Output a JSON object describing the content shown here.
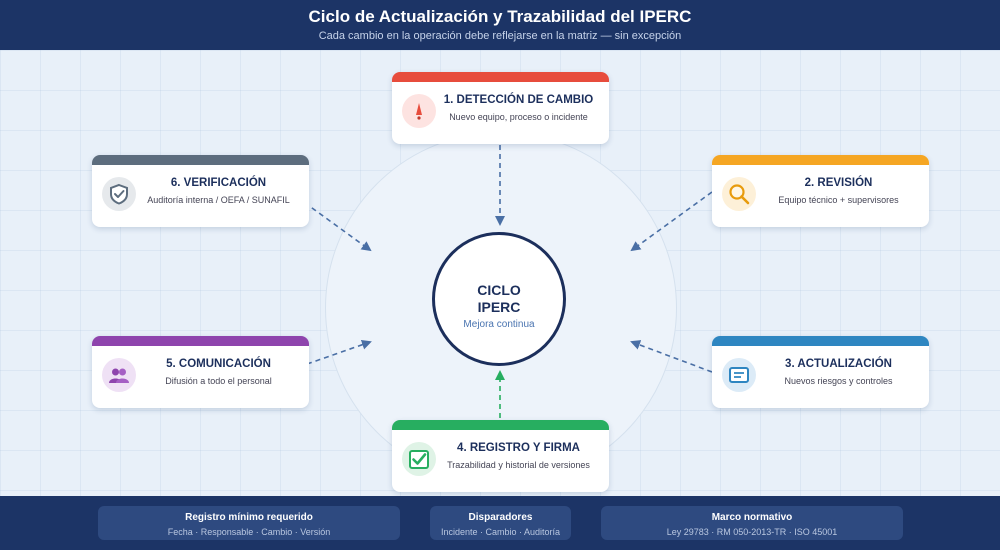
{
  "header": {
    "title": "Ciclo de Actualización y Trazabilidad del IPERC",
    "subtitle": "Cada cambio en la operación debe reflejarse en la matriz — sin excepción"
  },
  "center": {
    "line1": "CICLO",
    "line2": "IPERC",
    "caption": "Mejora continua"
  },
  "steps": [
    {
      "title": "1. DETECCIÓN DE CAMBIO",
      "subtitle": "Nuevo equipo, proceso o incidente",
      "color": "#e74c3c",
      "icon": "alert-icon"
    },
    {
      "title": "2. REVISIÓN",
      "subtitle": "Equipo técnico + supervisores",
      "color": "#f5a623",
      "icon": "magnifier-icon"
    },
    {
      "title": "3. ACTUALIZACIÓN",
      "subtitle": "Nuevos riesgos y controles",
      "color": "#2e86c1",
      "icon": "document-icon"
    },
    {
      "title": "4. REGISTRO Y FIRMA",
      "subtitle": "Trazabilidad y historial de versiones",
      "color": "#27ae60",
      "icon": "checkbox-icon"
    },
    {
      "title": "5. COMUNICACIÓN",
      "subtitle": "Difusión a todo el personal",
      "color": "#8e44ad",
      "icon": "people-icon"
    },
    {
      "title": "6. VERIFICACIÓN",
      "subtitle": "Auditoría interna / OEFA / SUNAFIL",
      "color": "#5d6d7e",
      "icon": "shield-check-icon"
    }
  ],
  "footer": [
    {
      "title": "Registro mínimo requerido",
      "subtitle": "Fecha · Responsable · Cambio · Versión"
    },
    {
      "title": "Disparadores",
      "subtitle": "Incidente · Cambio · Auditoría"
    },
    {
      "title": "Marco normativo",
      "subtitle": "Ley 29783 · RM 050-2013-TR · ISO 45001"
    }
  ],
  "colors": {
    "header_bg": "#1c3466",
    "arrow_blue": "#4a6fa5",
    "arrow_green": "#27ae60"
  }
}
